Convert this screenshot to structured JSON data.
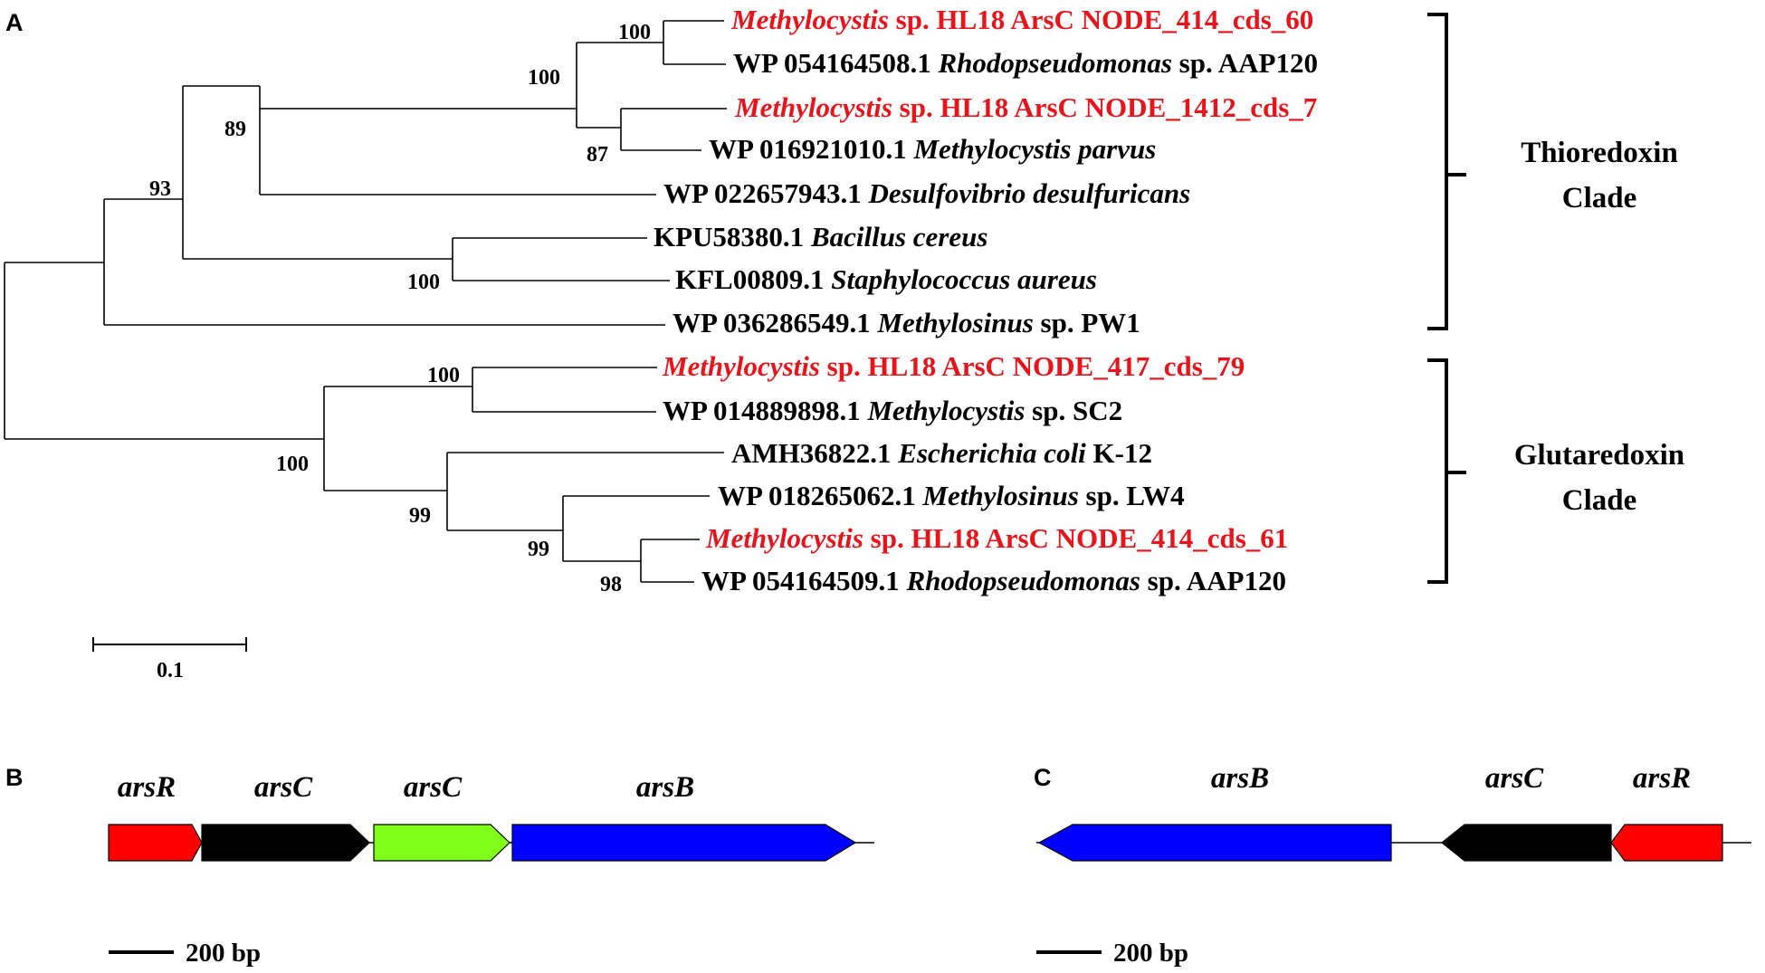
{
  "panels": {
    "a": "A",
    "b": "B",
    "c": "C"
  },
  "tree": {
    "taxa": [
      {
        "id": "t1",
        "accession": "",
        "species": "Methylocystis",
        "suffix": " sp. HL18  ArsC NODE_414_cds_60",
        "highlight": true
      },
      {
        "id": "t2",
        "accession": "WP 054164508.1 ",
        "species": "Rhodopseudomonas",
        "suffix": " sp. AAP120",
        "highlight": false
      },
      {
        "id": "t3",
        "accession": "",
        "species": "Methylocystis",
        "suffix": " sp. HL18  ArsC NODE_1412_cds_7",
        "highlight": true
      },
      {
        "id": "t4",
        "accession": "WP 016921010.1 ",
        "species": "Methylocystis parvus",
        "suffix": "",
        "highlight": false
      },
      {
        "id": "t5",
        "accession": "WP 022657943.1 ",
        "species": "Desulfovibrio desulfuricans",
        "suffix": "",
        "highlight": false
      },
      {
        "id": "t6",
        "accession": "KPU58380.1 ",
        "species": "Bacillus cereus",
        "suffix": "",
        "highlight": false
      },
      {
        "id": "t7",
        "accession": "KFL00809.1 ",
        "species": "Staphylococcus aureus",
        "suffix": "",
        "highlight": false
      },
      {
        "id": "t8",
        "accession": "WP 036286549.1 ",
        "species": "Methylosinus",
        "suffix": " sp. PW1",
        "highlight": false
      },
      {
        "id": "t9",
        "accession": "",
        "species": "Methylocystis",
        "suffix": " sp. HL18  ArsC NODE_417_cds_79",
        "highlight": true
      },
      {
        "id": "t10",
        "accession": "WP 014889898.1 ",
        "species": "Methylocystis",
        "suffix": " sp. SC2",
        "highlight": false
      },
      {
        "id": "t11",
        "accession": "AMH36822.1 ",
        "species": "Escherichia coli",
        "suffix": " K-12",
        "highlight": false
      },
      {
        "id": "t12",
        "accession": "WP 018265062.1 ",
        "species": "Methylosinus",
        "suffix": " sp. LW4",
        "highlight": false
      },
      {
        "id": "t13",
        "accession": "",
        "species": "Methylocystis",
        "suffix": " sp. HL18  ArsC NODE_414_cds_61",
        "highlight": true
      },
      {
        "id": "t14",
        "accession": "WP 054164509.1 ",
        "species": "Rhodopseudomonas",
        "suffix": " sp. AAP120",
        "highlight": false
      }
    ],
    "bootstrap": {
      "n_t1t2": "100",
      "n_t3t4": "87",
      "n_a1": "100",
      "n_a2": "89",
      "n_t6t7": "100",
      "n_a3": "93",
      "n_t9t10": "100",
      "n_t13t14": "98",
      "n_b1": "99",
      "n_b2": "99",
      "n_b3": "100"
    },
    "clades": {
      "thioredoxin": [
        "Thioredoxin",
        "Clade"
      ],
      "glutaredoxin": [
        "Glutaredoxin",
        "Clade"
      ]
    },
    "scale_label": "0.1"
  },
  "operon_b": {
    "labels": [
      "arsR",
      "arsC",
      "arsC",
      "arsB"
    ],
    "scale_label": "200 bp"
  },
  "operon_c": {
    "labels": [
      "arsB",
      "arsC",
      "arsR"
    ],
    "scale_label": "200 bp"
  },
  "colors": {
    "highlight_text": "#e8141c",
    "normal_text": "#000000",
    "arsR": "#ff0000",
    "arsC_black": "#000000",
    "arsC_green": "#80ff1a",
    "arsB": "#0000ff"
  }
}
